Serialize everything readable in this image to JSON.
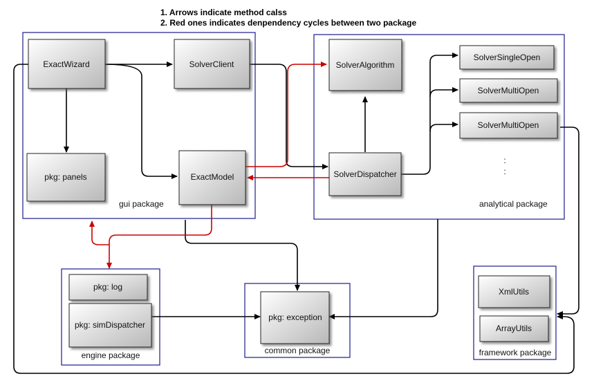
{
  "notes": [
    "1. Arrows indicate method calss",
    "2. Red ones indicates denpendency cycles between two package"
  ],
  "packages": {
    "gui": "gui package",
    "analytical": "analytical package",
    "engine": "engine package",
    "common": "common package",
    "framework": "framework package"
  },
  "nodes": {
    "exact_wizard": "ExactWizard",
    "solver_client": "SolverClient",
    "pkg_panels": "pkg: panels",
    "exact_model": "ExactModel",
    "solver_algorithm": "SolverAlgorithm",
    "solver_dispatcher": "SolverDispatcher",
    "solver_single_open": "SolverSingleOpen",
    "solver_multi_open_1": "SolverMultiOpen",
    "solver_multi_open_2": "SolverMultiOpen",
    "ellipsis": ":",
    "pkg_log": "pkg: log",
    "pkg_sim_dispatcher": "pkg: simDispatcher",
    "pkg_exception": "pkg: exception",
    "xml_utils": "XmlUtils",
    "array_utils": "ArrayUtils"
  },
  "colors": {
    "package_border": "#1c1c8c",
    "call_arrow": "#000000",
    "cycle_arrow": "#cc0000"
  }
}
